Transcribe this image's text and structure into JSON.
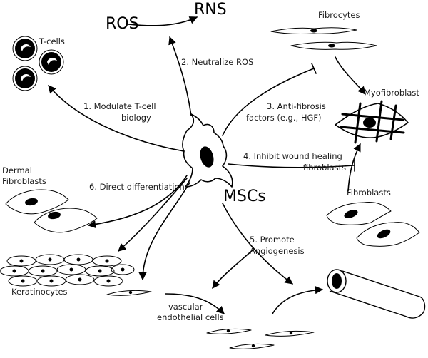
{
  "labels": {
    "ros": "ROS",
    "rns": "RNS",
    "tcells": "T-cells",
    "fibrocytes": "Fibrocytes",
    "myofibroblast": "Myofibroblast",
    "neutralize": "2. Neutralize ROS",
    "modulate_1": "1. Modulate T-cell",
    "modulate_2": "biology",
    "antifibrosis_1": "3. Anti-fibrosis",
    "antifibrosis_2": "factors (e.g., HGF)",
    "inhibit_1": "4. Inhibit wound healing",
    "inhibit_2": "fibroblasts",
    "dermal_1": "Dermal",
    "dermal_2": "Fibroblasts",
    "direct": "6. Direct differentiation",
    "mscs": "MSCs",
    "fibroblasts": "Fibroblasts",
    "promote_1": "5. Promote",
    "promote_2": "Angiogenesis",
    "keratinocytes": "Keratinocytes",
    "vascular_1": "vascular",
    "vascular_2": "endothelial cells"
  }
}
